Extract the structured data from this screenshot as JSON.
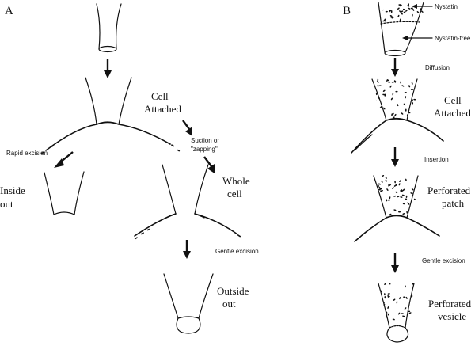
{
  "panel_a": {
    "letter": "A",
    "labels": {
      "cell_attached_line1": "Cell",
      "cell_attached_line2": "Attached",
      "suction_line1": "Suction or",
      "suction_line2": "\"zapping\"",
      "rapid_excision": "Rapid excision",
      "inside_out_line1": "Inside",
      "inside_out_line2": "out",
      "whole_cell_line1": "Whole",
      "whole_cell_line2": "cell",
      "gentle_excision": "Gentle excision",
      "outside_out_line1": "Outside",
      "outside_out_line2": "out"
    }
  },
  "panel_b": {
    "letter": "B",
    "labels": {
      "nystatin": "Nystatin",
      "nystatin_free": "Nystatin-free",
      "diffusion": "Diffusion",
      "cell_attached_line1": "Cell",
      "cell_attached_line2": "Attached",
      "insertion": "Insertion",
      "perforated_patch_line1": "Perforated",
      "perforated_patch_line2": "patch",
      "gentle_excision": "Gentle excision",
      "perforated_vesicle_line1": "Perforated",
      "perforated_vesicle_line2": "vesicle"
    }
  },
  "colors": {
    "ink": "#111111",
    "background": "#ffffff"
  }
}
